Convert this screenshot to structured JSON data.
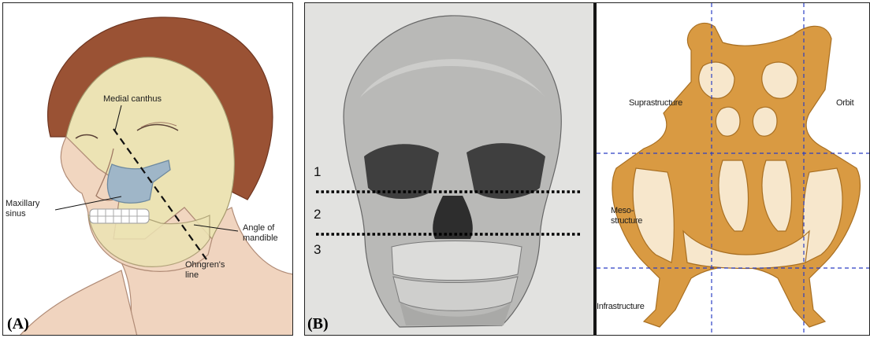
{
  "panel_a": {
    "label": "(A)",
    "labels": {
      "medial_canthus": "Medial canthus",
      "maxillary_sinus": "Maxillary\nsinus",
      "angle_of_mandible": "Angle of\nmandible",
      "ohngrens_line": "Ohngren's\nline"
    }
  },
  "panel_b": {
    "label": "(B)",
    "levels": [
      "1",
      "2",
      "3"
    ],
    "labels": {
      "suprastructure": "Suprastructure",
      "orbit": "Orbit",
      "mesostructure": "Meso-\nstructure",
      "infrastructure": "Infrastructure"
    }
  },
  "colors": {
    "sinus_blue": "#9fb6c8",
    "skin": "#f1d6c0",
    "hair": "#9a5234",
    "bone": "#ece3b4",
    "bone_orange": "#d99a42",
    "guide_blue": "#2b3fc4"
  }
}
